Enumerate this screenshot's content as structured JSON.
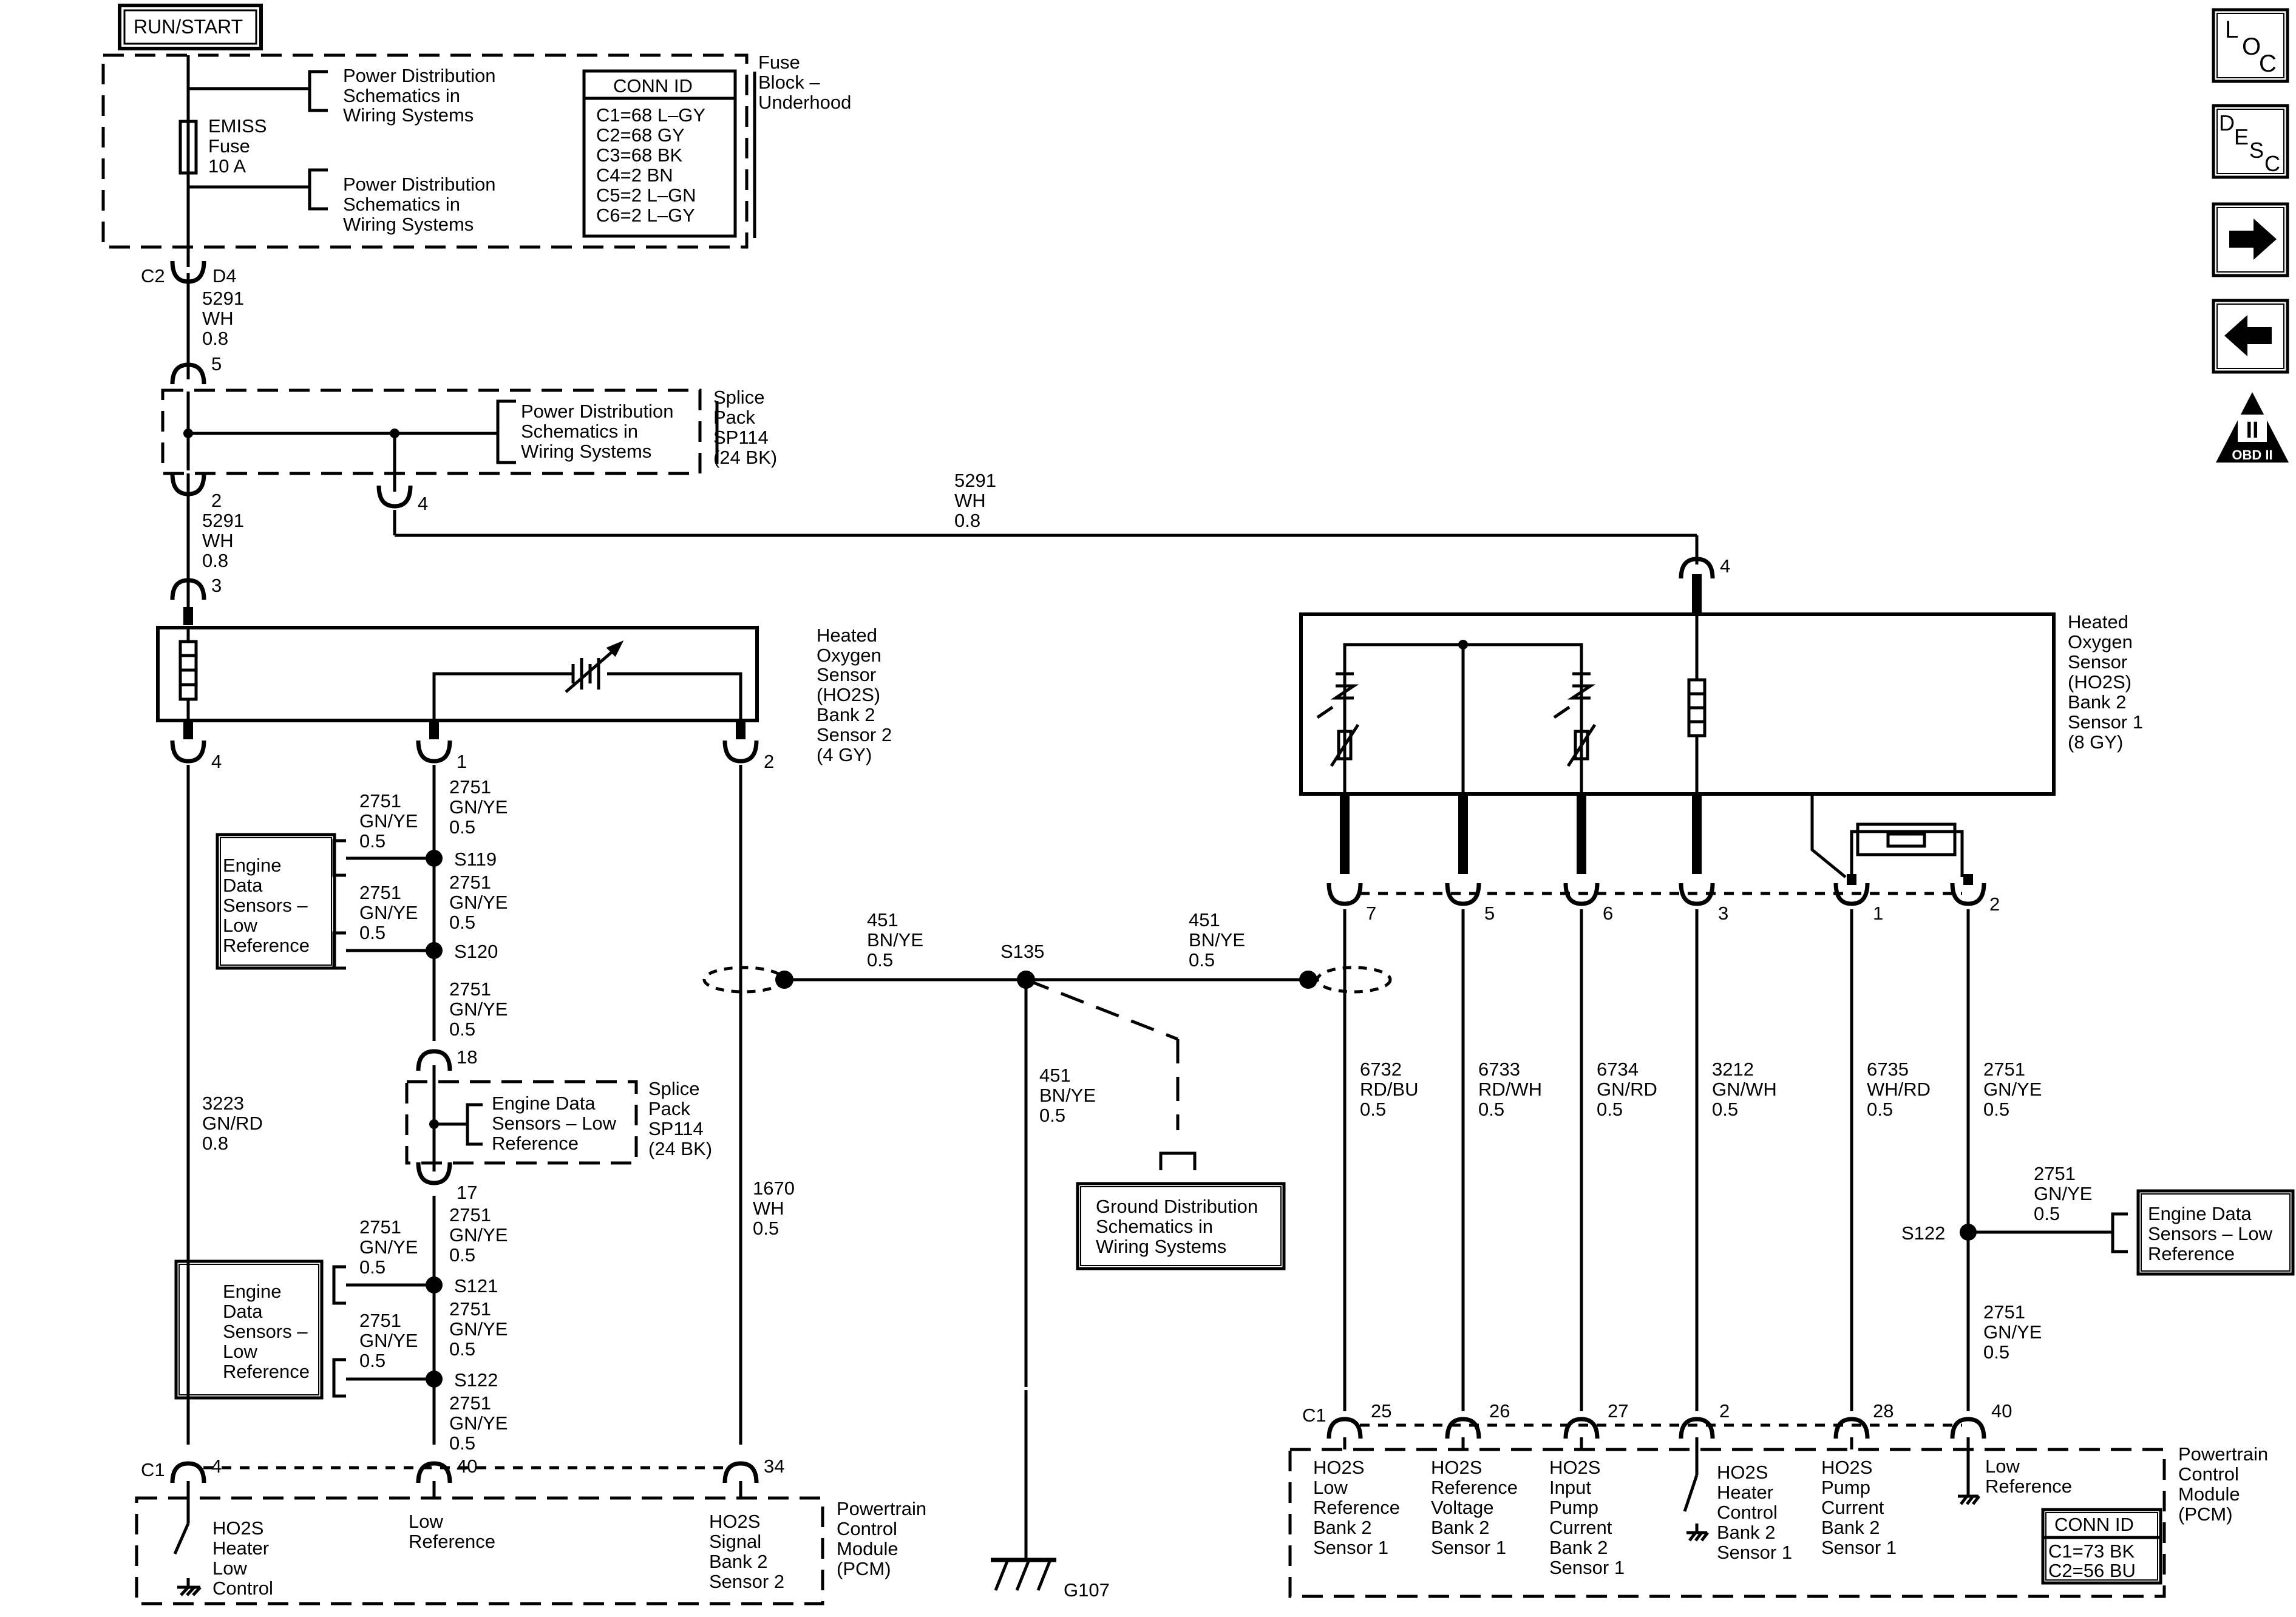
{
  "run_start": "RUN/START",
  "fuse_block": {
    "power_dist_1": [
      "Power Distribution",
      "Schematics in",
      "Wiring Systems"
    ],
    "power_dist_2": [
      "Power Distribution",
      "Schematics in",
      "Wiring Systems"
    ],
    "fuse": [
      "EMISS",
      "Fuse",
      "10 A"
    ],
    "conn_id_title": "CONN ID",
    "conn_ids": [
      "C1=68 L–GY",
      "C2=68 GY",
      "C3=68 BK",
      "C4=2 BN",
      "C5=2 L–GN",
      "C6=2 L–GY"
    ],
    "name": [
      "Fuse",
      "Block –",
      "Underhood"
    ]
  },
  "connectors": {
    "c2": "C2",
    "d4": "D4",
    "pin5": "5",
    "pin2": "2",
    "pin4": "4",
    "pin3": "3",
    "sensor2_pin4": "4",
    "sensor2_pin1": "1",
    "sensor2_pin2": "2",
    "pin18": "18",
    "pin17": "17",
    "c1_left": "C1",
    "c1_left_pin4": "4",
    "c1_left_pin40": "40",
    "c1_left_pin34": "34",
    "s1_top_pin4": "4",
    "s1_pin7": "7",
    "s1_pin5": "5",
    "s1_pin6": "6",
    "s1_pin3": "3",
    "s1_pin1": "1",
    "s1_pin2": "2",
    "c1_right": "C1",
    "c1_right_pins": [
      "25",
      "26",
      "27",
      "2",
      "28",
      "40"
    ]
  },
  "wires": {
    "w5291_a": [
      "5291",
      "WH",
      "0.8"
    ],
    "w5291_b": [
      "5291",
      "WH",
      "0.8"
    ],
    "w5291_c": [
      "5291",
      "WH",
      "0.8"
    ],
    "w2751_a": [
      "2751",
      "GN/YE",
      "0.5"
    ],
    "w2751_s119_branch": [
      "2751",
      "GN/YE",
      "0.5"
    ],
    "w2751_b": [
      "2751",
      "GN/YE",
      "0.5"
    ],
    "w2751_s120_branch": [
      "2751",
      "GN/YE",
      "0.5"
    ],
    "w2751_c": [
      "2751",
      "GN/YE",
      "0.5"
    ],
    "w3223": [
      "3223",
      "GN/RD",
      "0.8"
    ],
    "w2751_d": [
      "2751",
      "GN/YE",
      "0.5"
    ],
    "w2751_s121_branch": [
      "2751",
      "GN/YE",
      "0.5"
    ],
    "w2751_e": [
      "2751",
      "GN/YE",
      "0.5"
    ],
    "w2751_s122l_branch": [
      "2751",
      "GN/YE",
      "0.5"
    ],
    "w2751_f": [
      "2751",
      "GN/YE",
      "0.5"
    ],
    "w1670": [
      "1670",
      "WH",
      "0.5"
    ],
    "w451_left": [
      "451",
      "BN/YE",
      "0.5"
    ],
    "w451_right": [
      "451",
      "BN/YE",
      "0.5"
    ],
    "w451_down": [
      "451",
      "BN/YE",
      "0.5"
    ],
    "w6732": [
      "6732",
      "RD/BU",
      "0.5"
    ],
    "w6733": [
      "6733",
      "RD/WH",
      "0.5"
    ],
    "w6734": [
      "6734",
      "GN/RD",
      "0.5"
    ],
    "w3212": [
      "3212",
      "GN/WH",
      "0.5"
    ],
    "w6735": [
      "6735",
      "WH/RD",
      "0.5"
    ],
    "w2751_r1": [
      "2751",
      "GN/YE",
      "0.5"
    ],
    "w2751_r_branch": [
      "2751",
      "GN/YE",
      "0.5"
    ],
    "w2751_r2": [
      "2751",
      "GN/YE",
      "0.5"
    ]
  },
  "splices": {
    "s119": "S119",
    "s120": "S120",
    "s121": "S121",
    "s122_left": "S122",
    "s135": "S135",
    "s122_right": "S122"
  },
  "splice_pack_1": {
    "power_dist": [
      "Power Distribution",
      "Schematics in",
      "Wiring Systems"
    ],
    "name": [
      "Splice",
      "Pack",
      "SP114",
      "(24 BK)"
    ]
  },
  "splice_pack_2": {
    "eds": [
      "Engine Data",
      "Sensors – Low",
      "Reference"
    ],
    "name": [
      "Splice",
      "Pack",
      "SP114",
      "(24 BK)"
    ]
  },
  "sensor2_name": [
    "Heated",
    "Oxygen",
    "Sensor",
    "(HO2S)",
    "Bank 2",
    "Sensor 2",
    "(4 GY)"
  ],
  "sensor1_name": [
    "Heated",
    "Oxygen",
    "Sensor",
    "(HO2S)",
    "Bank 2",
    "Sensor 1",
    "(8 GY)"
  ],
  "eds_box_1": [
    "Engine",
    "Data",
    "Sensors –",
    "Low",
    "Reference"
  ],
  "eds_box_2": [
    "Engine",
    "Data",
    "Sensors –",
    "Low",
    "Reference"
  ],
  "eds_box_right": [
    "Engine Data",
    "Sensors – Low",
    "Reference"
  ],
  "ground_dist": [
    "Ground Distribution",
    "Schematics in",
    "Wiring Systems"
  ],
  "ground_g107": "G107",
  "pcm_left": {
    "heater": [
      "HO2S",
      "Heater",
      "Low",
      "Control"
    ],
    "lowref": [
      "Low",
      "Reference"
    ],
    "signal": [
      "HO2S",
      "Signal",
      "Bank 2",
      "Sensor 2"
    ],
    "name": [
      "Powertrain",
      "Control",
      "Module",
      "(PCM)"
    ]
  },
  "pcm_right": {
    "col1": [
      "HO2S",
      "Low",
      "Reference",
      "Bank 2",
      "Sensor 1"
    ],
    "col2": [
      "HO2S",
      "Reference",
      "Voltage",
      "Bank 2",
      "Sensor 1"
    ],
    "col3": [
      "HO2S",
      "Input",
      "Pump",
      "Current",
      "Bank 2",
      "Sensor 1"
    ],
    "col4": [
      "HO2S",
      "Heater",
      "Control",
      "Bank 2",
      "Sensor 1"
    ],
    "col5": [
      "HO2S",
      "Pump",
      "Current",
      "Bank 2",
      "Sensor 1"
    ],
    "col6": [
      "Low",
      "Reference"
    ],
    "name": [
      "Powertrain",
      "Control",
      "Module",
      "(PCM)"
    ],
    "conn_id_title": "CONN ID",
    "conn_ids": [
      "C1=73 BK",
      "C2=56 BU"
    ]
  },
  "nav": {
    "loc": [
      "L",
      "O",
      "C"
    ],
    "desc": [
      "D",
      "E",
      "S",
      "C"
    ],
    "obd_numeral": "II",
    "obd_label": "OBD II"
  }
}
